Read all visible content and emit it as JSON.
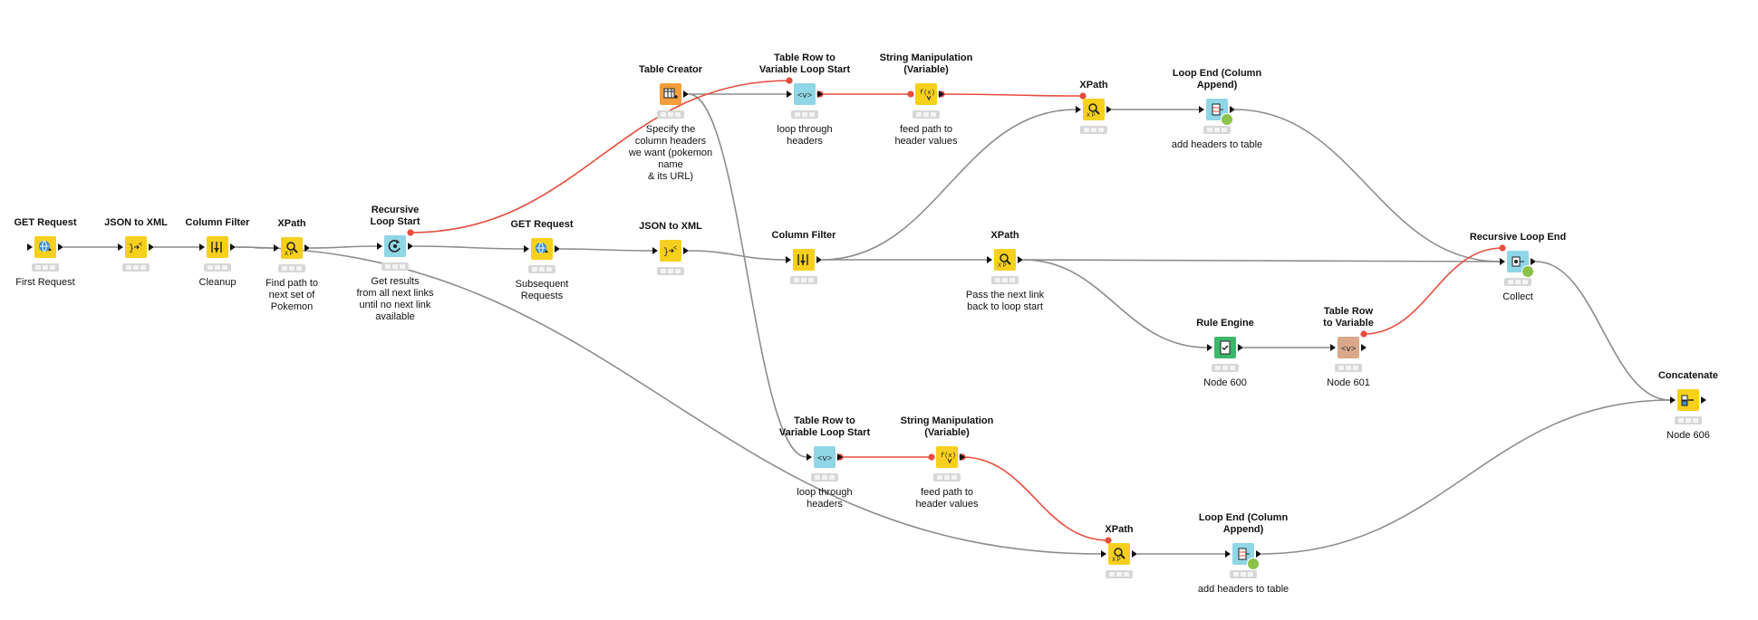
{
  "colors": {
    "data_wire": "#8c8c8c",
    "flow_wire": "#e74c3c",
    "source": "#f39c3c",
    "manipulator": "#f7cf1d",
    "loop": "#8fd6e6",
    "rule": "#3cb86a",
    "converter": "#d9a88a"
  },
  "nodes": [
    {
      "id": "n1",
      "title": [
        "GET Request"
      ],
      "annot": [
        "First Request"
      ],
      "icon": "get-request-icon",
      "color": "manipulator",
      "inport": "hollow"
    },
    {
      "id": "n2",
      "title": [
        "JSON to XML"
      ],
      "annot": [],
      "icon": "json-to-xml-icon",
      "color": "manipulator"
    },
    {
      "id": "n3",
      "title": [
        "Column Filter"
      ],
      "annot": [
        "Cleanup"
      ],
      "icon": "column-filter-icon",
      "color": "manipulator"
    },
    {
      "id": "n4",
      "title": [
        "XPath"
      ],
      "annot": [
        "Find path to",
        "next set of",
        "Pokemon"
      ],
      "icon": "xpath-icon",
      "color": "manipulator"
    },
    {
      "id": "n5",
      "title": [
        "Recursive",
        "Loop Start"
      ],
      "annot": [
        "Get results",
        "from all next links",
        "until no next link",
        "available"
      ],
      "icon": "recursive-loop-start-icon",
      "color": "loop"
    },
    {
      "id": "n6",
      "title": [
        "GET Request"
      ],
      "annot": [
        "Subsequent",
        "Requests"
      ],
      "icon": "get-request-icon",
      "color": "manipulator",
      "inport": "hollow"
    },
    {
      "id": "n7",
      "title": [
        "JSON to XML"
      ],
      "annot": [],
      "icon": "json-to-xml-icon",
      "color": "manipulator"
    },
    {
      "id": "n8",
      "title": [
        "Table Creator"
      ],
      "annot": [
        "Specify the",
        "column headers",
        "we want (pokemon name",
        "& its URL)"
      ],
      "icon": "table-creator-icon",
      "color": "source",
      "noinport": true
    },
    {
      "id": "n9",
      "title": [
        "Table Row to",
        "Variable Loop Start"
      ],
      "annot": [
        "loop through",
        "headers"
      ],
      "icon": "table-row-to-variable-icon",
      "color": "loop"
    },
    {
      "id": "n10",
      "title": [
        "String Manipulation",
        "(Variable)"
      ],
      "annot": [
        "feed path to",
        "header values"
      ],
      "icon": "string-manipulation-icon",
      "color": "manipulator",
      "noinport": true
    },
    {
      "id": "n11",
      "title": [
        "XPath"
      ],
      "annot": [],
      "icon": "xpath-icon",
      "color": "manipulator"
    },
    {
      "id": "n12",
      "title": [
        "Loop End (Column",
        "Append)"
      ],
      "annot": [
        "add headers to table"
      ],
      "icon": "loop-end-icon",
      "color": "loop",
      "check": true
    },
    {
      "id": "n13",
      "title": [
        "Column Filter"
      ],
      "annot": [],
      "icon": "column-filter-icon",
      "color": "manipulator"
    },
    {
      "id": "n14",
      "title": [
        "XPath"
      ],
      "annot": [
        "Pass the next link",
        "back to loop start"
      ],
      "icon": "xpath-icon",
      "color": "manipulator"
    },
    {
      "id": "n15",
      "title": [
        "Recursive Loop End"
      ],
      "annot": [
        "Collect"
      ],
      "icon": "recursive-loop-end-icon",
      "color": "loop",
      "check": true
    },
    {
      "id": "n16",
      "title": [
        "Rule Engine"
      ],
      "annot": [
        "Node 600"
      ],
      "icon": "rule-engine-icon",
      "color": "rule"
    },
    {
      "id": "n17",
      "title": [
        "Table Row",
        "to Variable"
      ],
      "annot": [
        "Node 601"
      ],
      "icon": "table-row-to-variable-icon",
      "color": "converter"
    },
    {
      "id": "n18",
      "title": [
        "Concatenate"
      ],
      "annot": [
        "Node 606"
      ],
      "icon": "concatenate-icon",
      "color": "manipulator"
    },
    {
      "id": "n19",
      "title": [
        "Table Row to",
        "Variable Loop Start"
      ],
      "annot": [
        "loop through",
        "headers"
      ],
      "icon": "table-row-to-variable-icon",
      "color": "loop"
    },
    {
      "id": "n20",
      "title": [
        "String Manipulation",
        "(Variable)"
      ],
      "annot": [
        "feed path to",
        "header values"
      ],
      "icon": "string-manipulation-icon",
      "color": "manipulator",
      "noinport": true
    },
    {
      "id": "n21",
      "title": [
        "XPath"
      ],
      "annot": [],
      "icon": "xpath-icon",
      "color": "manipulator"
    },
    {
      "id": "n22",
      "title": [
        "Loop End (Column",
        "Append)"
      ],
      "annot": [
        "add headers to table"
      ],
      "icon": "loop-end-icon",
      "color": "loop",
      "check": true
    }
  ],
  "connections": [
    {
      "from": "n1",
      "to": "n2",
      "type": "data"
    },
    {
      "from": "n2",
      "to": "n3",
      "type": "data"
    },
    {
      "from": "n3",
      "to": "n4",
      "type": "data"
    },
    {
      "from": "n4",
      "to": "n5",
      "type": "data"
    },
    {
      "from": "n3",
      "to": "n21",
      "type": "data"
    },
    {
      "from": "n5",
      "to": "n6",
      "type": "data"
    },
    {
      "from": "n6",
      "to": "n7",
      "type": "data"
    },
    {
      "from": "n7",
      "to": "n13",
      "type": "data"
    },
    {
      "from": "n8",
      "to": "n9",
      "type": "data"
    },
    {
      "from": "n8",
      "to": "n19",
      "type": "data"
    },
    {
      "from": "n13",
      "to": "n11",
      "type": "data"
    },
    {
      "from": "n13",
      "to": "n14",
      "type": "data"
    },
    {
      "from": "n11",
      "to": "n12",
      "type": "data"
    },
    {
      "from": "n12",
      "to": "n15",
      "type": "data"
    },
    {
      "from": "n14",
      "to": "n15",
      "type": "data"
    },
    {
      "from": "n14",
      "to": "n16",
      "type": "data"
    },
    {
      "from": "n16",
      "to": "n17",
      "type": "data"
    },
    {
      "from": "n15",
      "to": "n18",
      "type": "data"
    },
    {
      "from": "n21",
      "to": "n22",
      "type": "data"
    },
    {
      "from": "n22",
      "to": "n18",
      "type": "data"
    },
    {
      "from": "n5",
      "to": "n9",
      "type": "flow"
    },
    {
      "from": "n9",
      "to": "n10",
      "type": "flow"
    },
    {
      "from": "n10",
      "to": "n11",
      "type": "flow"
    },
    {
      "from": "n17",
      "to": "n15",
      "type": "flow"
    },
    {
      "from": "n19",
      "to": "n20",
      "type": "flow"
    },
    {
      "from": "n20",
      "to": "n21",
      "type": "flow"
    }
  ]
}
